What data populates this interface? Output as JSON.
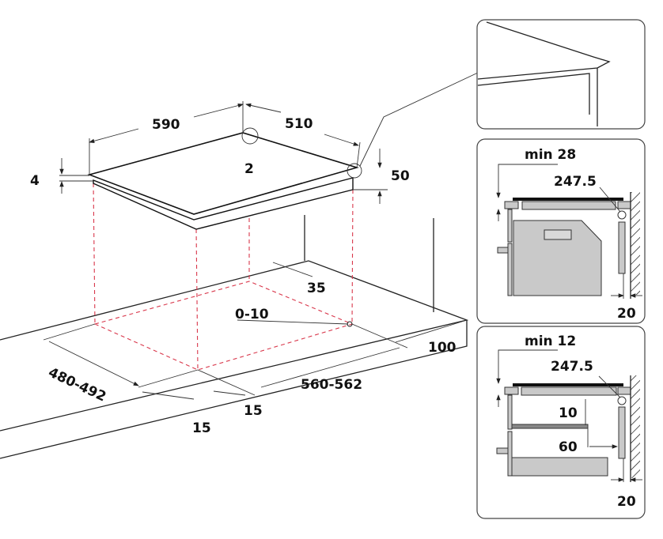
{
  "main_view": {
    "hob_width": "590",
    "hob_depth": "510",
    "corner_radius": "2",
    "hob_thickness": "4",
    "hob_height": "50",
    "cutout_depth": "480-492",
    "cutout_width": "560-562",
    "rear_margin": "35",
    "corner_tolerance": "0-10",
    "wall_distance": "100",
    "side_margin_left": "15",
    "side_margin_right": "15"
  },
  "detail_top": {
    "min_label": "min 28",
    "dimension": "247.5",
    "wall_gap": "20"
  },
  "detail_bottom": {
    "min_label": "min 12",
    "dimension": "247.5",
    "gap_vertical": "10",
    "gap_horizontal": "60",
    "wall_gap": "20"
  },
  "colors": {
    "cutout_line": "#d9374b",
    "panel_fill": "#c9c9c9"
  }
}
